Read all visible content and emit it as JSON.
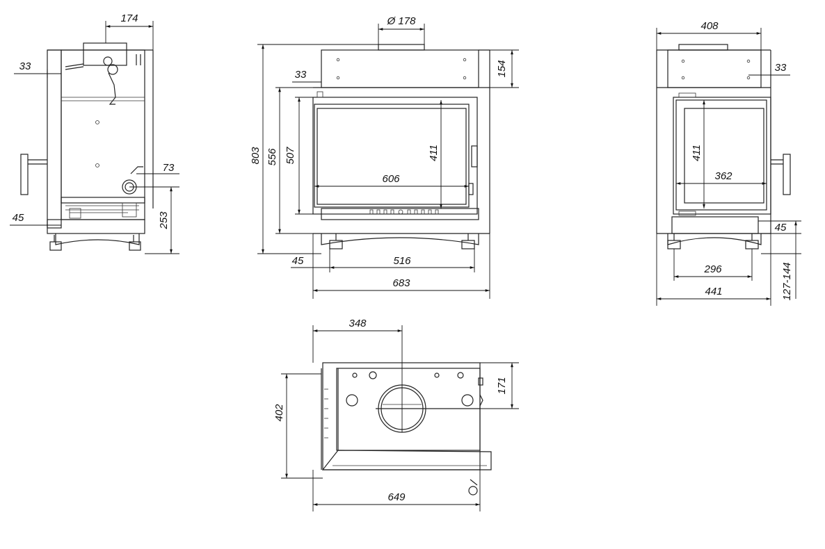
{
  "views": {
    "side_left": {
      "dims": {
        "top_width": "174",
        "side_offset": "33",
        "pipe_offset": "73",
        "bottom_offset": "45",
        "height": "253"
      }
    },
    "front": {
      "dims": {
        "flue_diameter": "Ø 178",
        "top_height": "154",
        "side_offset": "33",
        "total_height": "803",
        "door_height": "556",
        "glass_height": "507",
        "glass_inner_height": "411",
        "glass_width": "606",
        "bottom_offset": "45",
        "feet_span": "516",
        "total_width": "683"
      }
    },
    "side_right": {
      "dims": {
        "top_width": "408",
        "side_offset": "33",
        "glass_height": "411",
        "glass_width": "362",
        "bottom_offset": "45",
        "feet_span": "296",
        "total_width": "441",
        "leg_range": "127-144"
      }
    },
    "top": {
      "dims": {
        "flue_center": "348",
        "flue_depth": "171",
        "depth": "402",
        "width": "649"
      }
    }
  }
}
